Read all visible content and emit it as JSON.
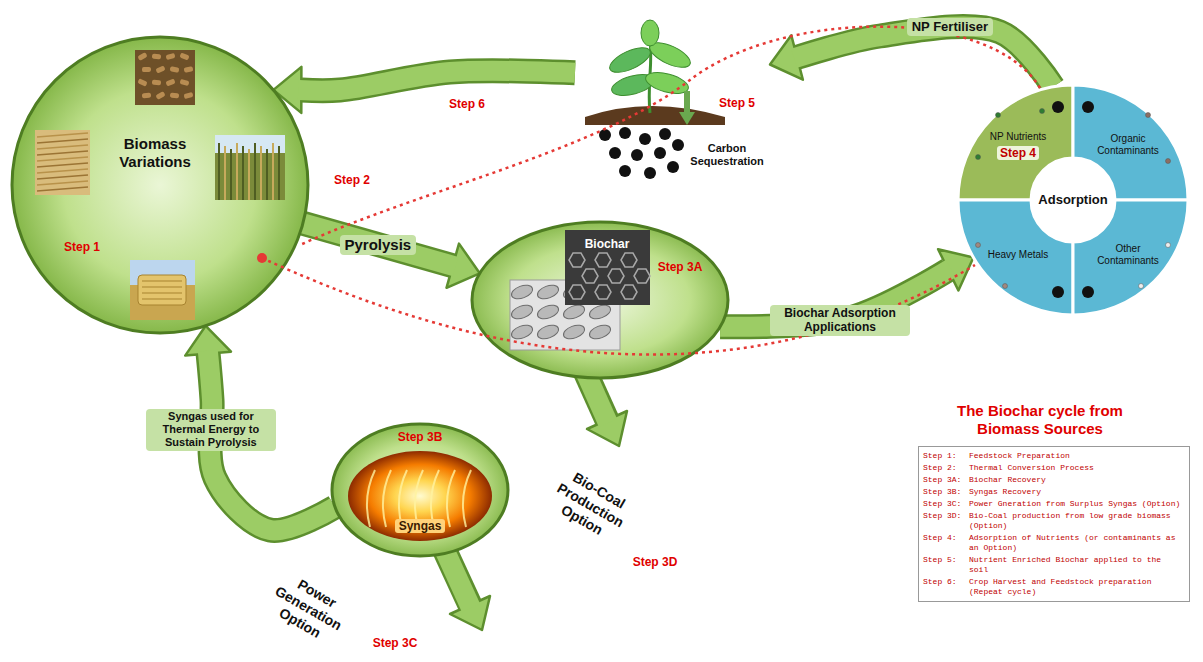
{
  "diagram": {
    "title": "The Biochar cycle from Biomass Sources",
    "nodes": [
      {
        "text": [
          "Biomass Variations",
          "Step 1"
        ]
      },
      {
        "text": [
          "Step 5",
          "Carbon Sequestration"
        ]
      },
      {
        "text": [
          "Adsorption"
        ]
      },
      {
        "text": [
          "NP Nutrients",
          "Step 4"
        ],
        "in": 2
      },
      {
        "text": [
          "Organic Contaminants"
        ],
        "in": 2
      },
      {
        "text": [
          "Heavy Metals"
        ],
        "in": 2
      },
      {
        "text": [
          "Other Contaminants"
        ],
        "in": 2
      },
      {
        "text": [
          "Biochar",
          "Step 3A"
        ]
      },
      {
        "text": [
          "Syngas",
          "Step 3B"
        ]
      }
    ],
    "edges": [
      {
        "from": 0,
        "to": 7,
        "label": "Pyrolysis",
        "arrow": "to"
      },
      {
        "from": 7,
        "to": 2,
        "label": "Biochar Adsorption Applications",
        "arrow": "to"
      },
      {
        "from": 2,
        "to": 1,
        "label": "NP Fertiliser",
        "arrow": "to"
      },
      {
        "from": 1,
        "to": 0,
        "arrow": "to"
      },
      {
        "from": 8,
        "to": 0,
        "label": "Syngas used for Thermal Energy to Sustain Pyrolysis",
        "arrow": "to"
      }
    ],
    "labels": [
      "Step 2",
      "Step 6",
      "Bio-Coal Production Option",
      "Step 3D",
      "Power Generation Option",
      "Step 3C",
      "Step 1:",
      "Feedstock Preparation",
      "Step 2:",
      "Thermal Conversion Process",
      "Step 3A:",
      "Biochar Recovery",
      "Step 3B:",
      "Syngas Recovery",
      "Step 3C:",
      "Power Gneration from Surplus Syngas (Option)",
      "Step 3D:",
      "Bio-Coal production from low grade biomass (Option)",
      "Step 4:",
      "Adsorption of Nutrients (or contaminants as an Option)",
      "Step 5:",
      "Nutrient Enriched Biochar applied to the soil",
      "Step 6:",
      "Crop Harvest and Feedstock preparation (Repeat cycle)"
    ]
  }
}
